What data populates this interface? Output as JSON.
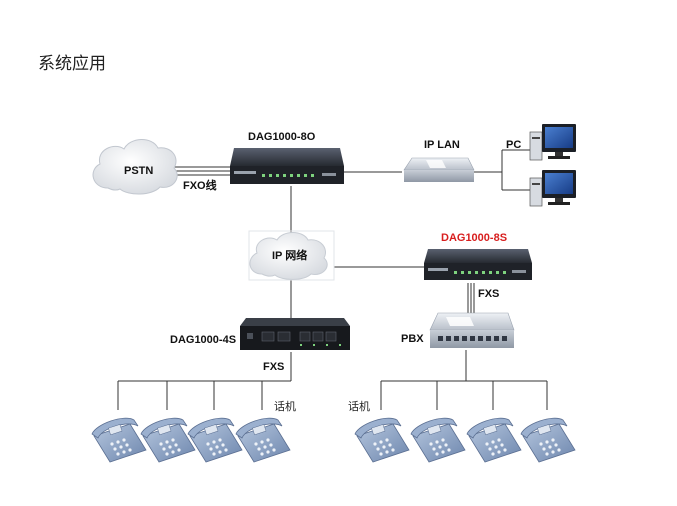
{
  "page": {
    "title": "系统应用"
  },
  "nodes": {
    "pstn": "PSTN",
    "fxo_line": "FXO线",
    "gateway_top": "DAG1000-8O",
    "ip_lan": "IP LAN",
    "pc": "PC",
    "ip_network": "IP 网络",
    "gateway_right": "DAG1000-8S",
    "fxs_right": "FXS",
    "pbx": "PBX",
    "gateway_left": "DAG1000-4S",
    "fxs_left": "FXS",
    "phones_left": "话机",
    "phones_right": "话机"
  },
  "colors": {
    "highlight_label": "#d81e1e",
    "line": "#333333",
    "device_dark": "#2b2f36",
    "phone_blue": "#8fa6c8"
  },
  "icons": [
    "cloud-icon",
    "gateway-device-icon",
    "switch-icon",
    "pc-icon",
    "pbx-icon",
    "phone-icon"
  ]
}
